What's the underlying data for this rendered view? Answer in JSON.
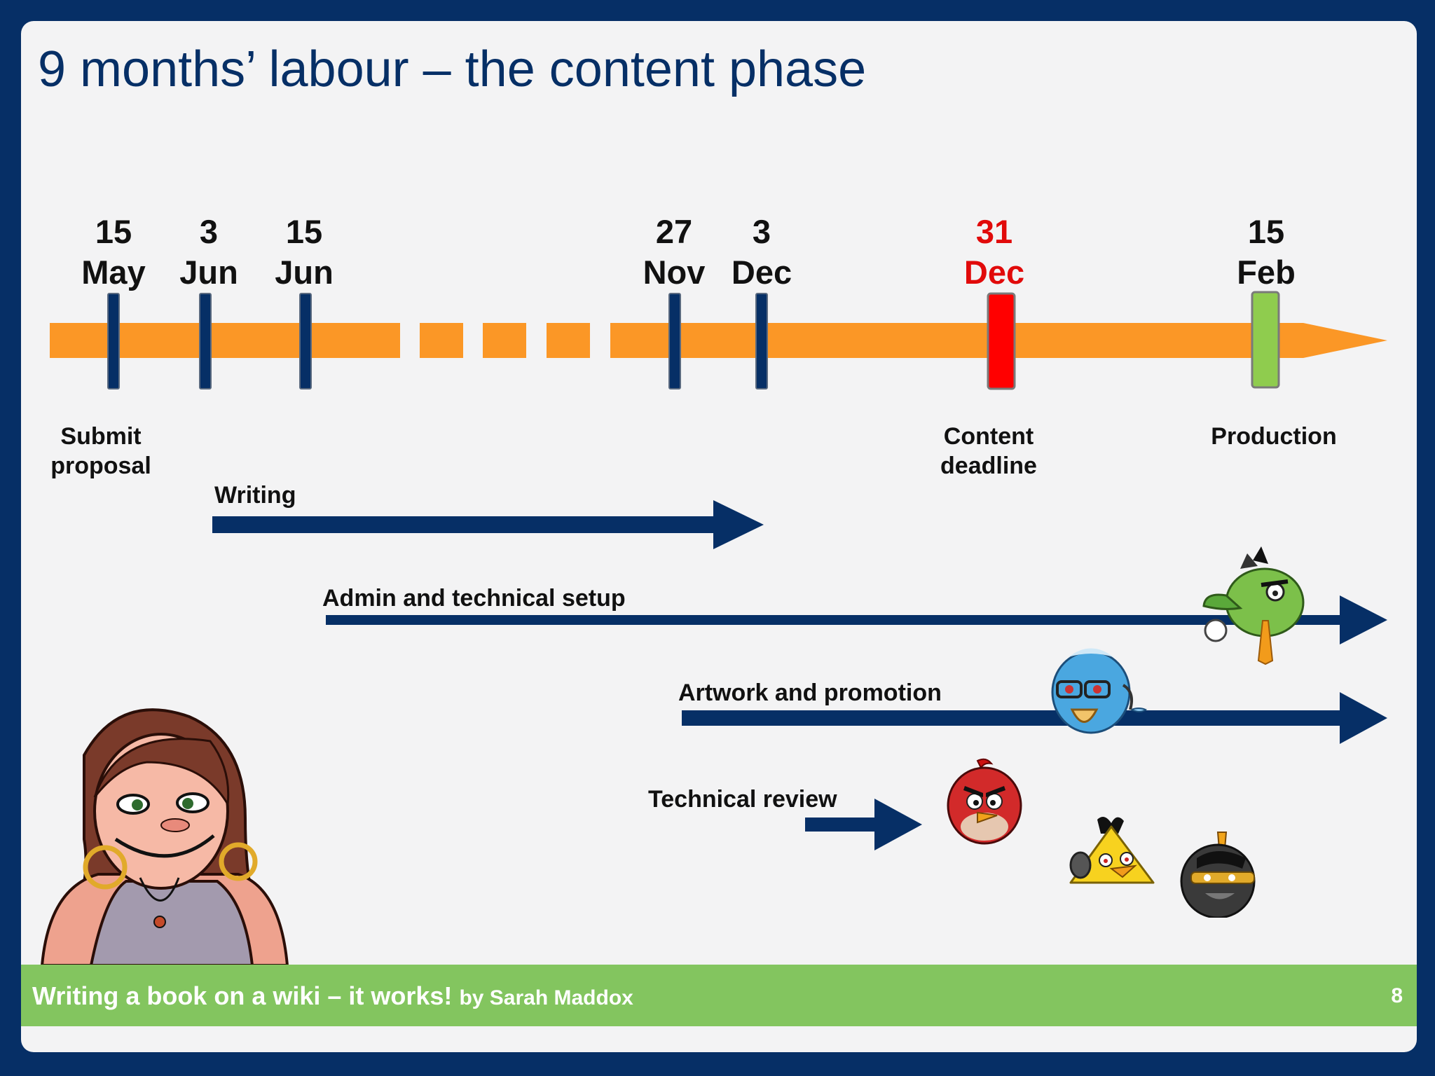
{
  "slide": {
    "title": "9 months’ labour – the content phase"
  },
  "dates": [
    {
      "day": "15",
      "month": "May"
    },
    {
      "day": "3",
      "month": "Jun"
    },
    {
      "day": "15",
      "month": "Jun"
    },
    {
      "day": "27",
      "month": "Nov"
    },
    {
      "day": "3",
      "month": "Dec"
    },
    {
      "day": "31",
      "month": "Dec"
    },
    {
      "day": "15",
      "month": "Feb"
    }
  ],
  "milestones": {
    "submit_line1": "Submit",
    "submit_line2": "proposal",
    "content_line1": "Content",
    "content_line2": "deadline",
    "production": "Production"
  },
  "tasks": {
    "writing": "Writing",
    "admin": "Admin and technical setup",
    "artwork": "Artwork and promotion",
    "review": "Technical review"
  },
  "footer": {
    "title": "Writing a book on a wiki – it works!",
    "byline": "by Sarah Maddox",
    "page": "8"
  },
  "colors": {
    "navy": "#062f66",
    "orange": "#fb9726",
    "deadline_red": "#ff0000",
    "production_green": "#8fcc4e",
    "footer_green": "#83c55f"
  }
}
